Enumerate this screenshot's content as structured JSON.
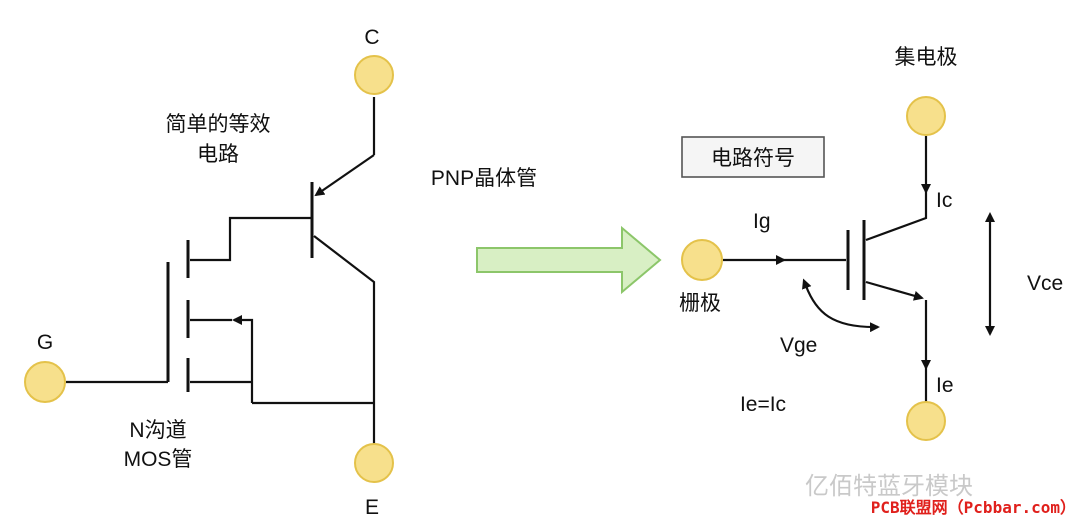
{
  "left": {
    "terminal_c": "C",
    "terminal_e": "E",
    "terminal_g": "G",
    "equiv_line1": "简单的等效",
    "equiv_line2": "电路",
    "pnp_label": "PNP晶体管",
    "mos_line1": "N沟道",
    "mos_line2": "MOS管"
  },
  "right": {
    "symbol_box": "电路符号",
    "collector": "集电极",
    "gate": "栅极",
    "ig": "Ig",
    "ic": "Ic",
    "ie": "Ie",
    "vce": "Vce",
    "vge": "Vge",
    "ie_eq_ic": "Ie=Ic"
  },
  "watermark": {
    "text": "亿佰特蓝牙模块",
    "source": "PCB联盟网（Pcbbar.com）"
  },
  "colors": {
    "terminal_fill": "#f7e08c",
    "terminal_stroke": "#e4c24a",
    "arrow_fill": "#d8efc4",
    "arrow_stroke": "#8cc66a",
    "source_text": "#e0201c"
  }
}
